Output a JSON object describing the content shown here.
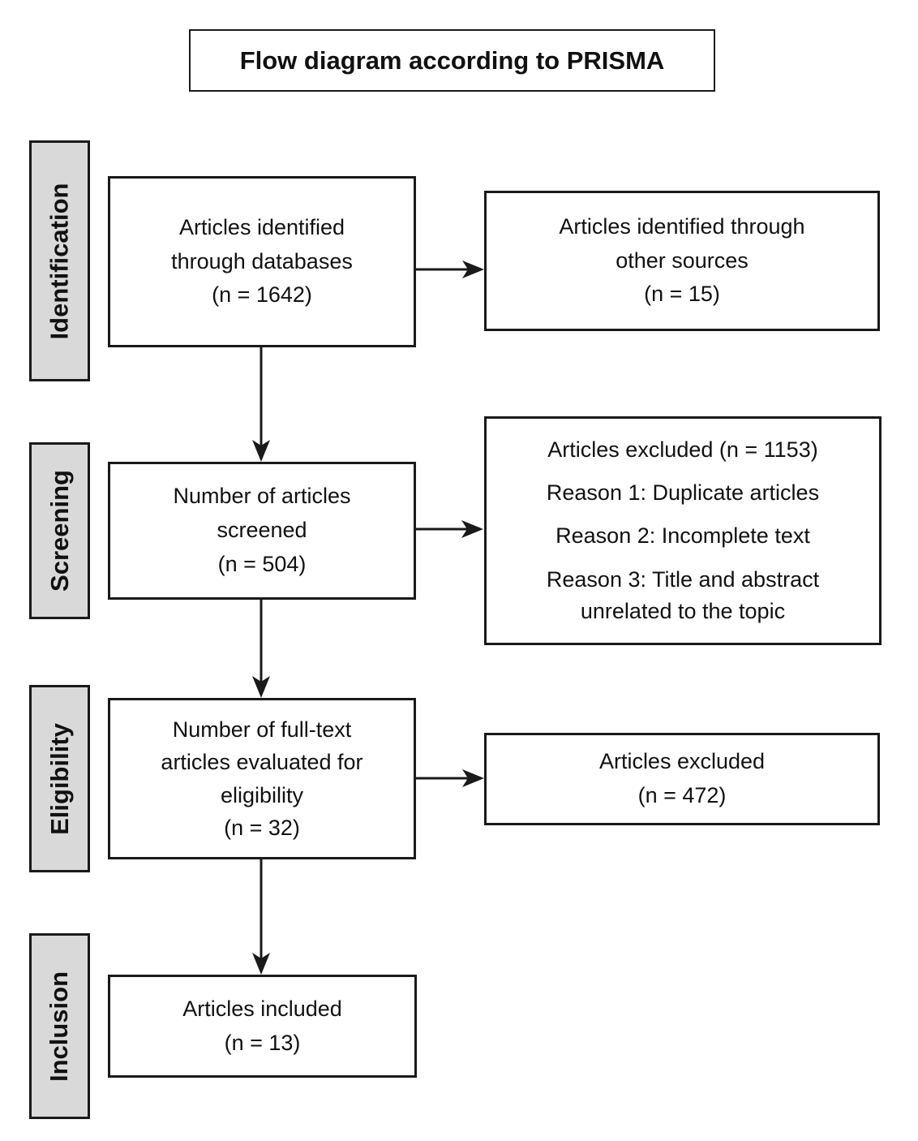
{
  "title": "Flow diagram according to PRISMA",
  "stages": [
    {
      "label": "Identification"
    },
    {
      "label": "Screening"
    },
    {
      "label": "Eligibility"
    },
    {
      "label": "Inclusion"
    }
  ],
  "boxes": {
    "identified_databases": {
      "lines": [
        "Articles identified",
        "through databases",
        "(n = 1642)"
      ],
      "n": 1642
    },
    "identified_other": {
      "lines": [
        "Articles identified through",
        "other sources",
        "(n = 15)"
      ],
      "n": 15
    },
    "screened": {
      "lines": [
        "Number of articles",
        "screened",
        "(n = 504)"
      ],
      "n": 504
    },
    "excluded_screening": {
      "lines": [
        "Articles excluded (n = 1153)",
        "Reason 1: Duplicate articles",
        "Reason 2: Incomplete text",
        "Reason 3: Title and abstract\nunrelated to the topic"
      ],
      "n": 1153
    },
    "fulltext_eligibility": {
      "lines": [
        "Number of full-text",
        "articles evaluated for",
        "eligibility",
        "(n = 32)"
      ],
      "n": 32
    },
    "excluded_eligibility": {
      "lines": [
        "Articles excluded",
        "(n = 472)"
      ],
      "n": 472
    },
    "included": {
      "lines": [
        "Articles included",
        "(n = 13)"
      ],
      "n": 13
    }
  },
  "colors": {
    "background": "#ffffff",
    "border": "#1a1a1a",
    "text": "#111111",
    "stage_fill": "#d9d9d9"
  }
}
